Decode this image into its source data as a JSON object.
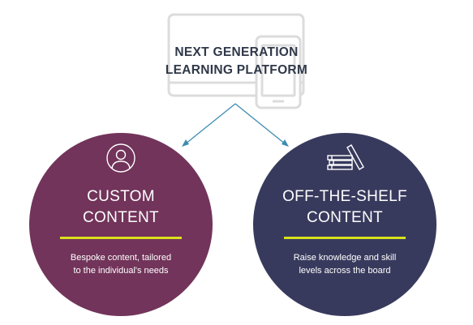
{
  "colors": {
    "left_circle": "#72345a",
    "right_circle": "#383a5d",
    "accent_bar": "#d9e21c",
    "title": "#2f3849",
    "connector": "#3b8cb0",
    "device_outline": "#dcdcdc"
  },
  "header": {
    "title_line1": "NEXT GENERATION",
    "title_line2": "LEARNING PLATFORM",
    "background_icon": "devices-icon"
  },
  "left": {
    "icon": "person-icon",
    "heading_line1": "CUSTOM",
    "heading_line2": "CONTENT",
    "desc_line1": "Bespoke content, tailored",
    "desc_line2": "to the individual's needs"
  },
  "right": {
    "icon": "books-icon",
    "heading_line1": "OFF-THE-SHELF",
    "heading_line2": "CONTENT",
    "desc_line1": "Raise knowledge and skill",
    "desc_line2": "levels across the board"
  }
}
